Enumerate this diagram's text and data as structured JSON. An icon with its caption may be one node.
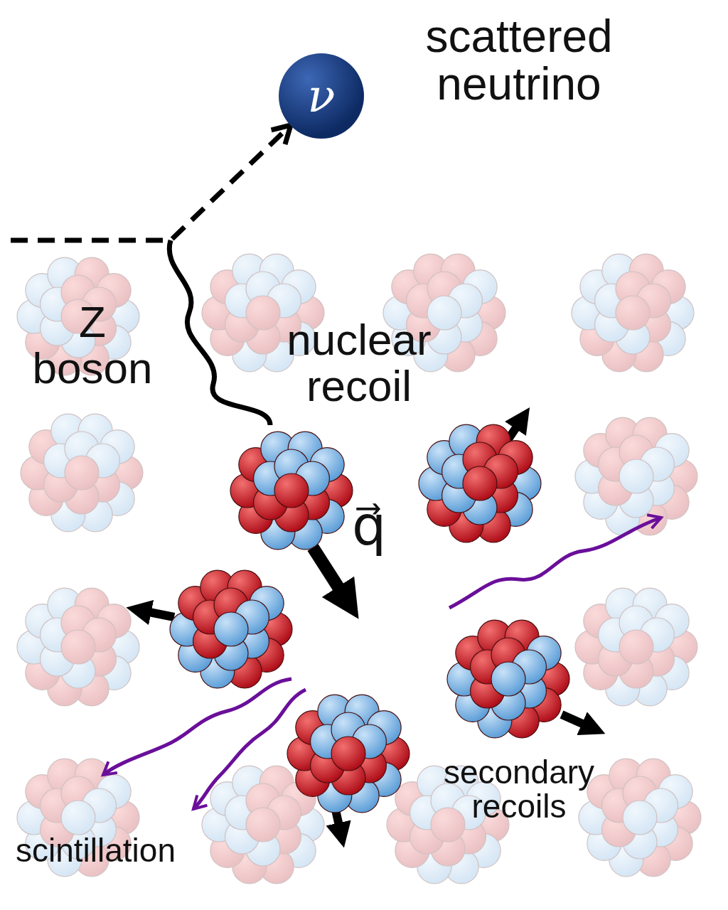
{
  "diagram": {
    "nodes": [
      {
        "text": [
          "ν"
        ],
        "beside": [
          "scattered neutrino"
        ]
      },
      {
        "text": [],
        "shape": "picture",
        "beside": [
          "nuclear recoil"
        ]
      }
    ],
    "edges": [
      {
        "from": null,
        "to": 0,
        "arrow": "to",
        "style": "dashed"
      },
      {
        "from": null,
        "to": 1,
        "arrow": "none",
        "label": "Z boson"
      }
    ],
    "labels": [
      "q⃗",
      "secondary recoils",
      "scintillation"
    ]
  }
}
